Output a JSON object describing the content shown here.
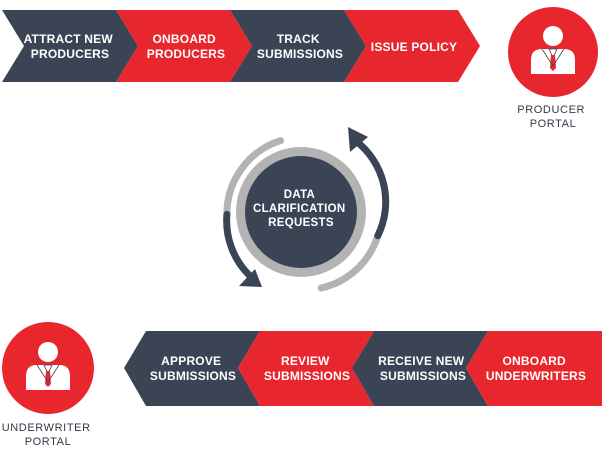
{
  "colors": {
    "navy": "#3a4454",
    "red": "#e8262d",
    "gray": "#b3b3b3",
    "white": "#ffffff"
  },
  "top_flow": [
    {
      "line1": "ATTRACT NEW",
      "line2": "PRODUCERS",
      "color": "navy"
    },
    {
      "line1": "ONBOARD",
      "line2": "PRODUCERS",
      "color": "red"
    },
    {
      "line1": "TRACK",
      "line2": "SUBMISSIONS",
      "color": "navy"
    },
    {
      "line1": "ISSUE POLICY",
      "line2": "",
      "color": "red"
    }
  ],
  "bottom_flow": [
    {
      "line1": "APPROVE",
      "line2": "SUBMISSIONS",
      "color": "navy"
    },
    {
      "line1": "REVIEW",
      "line2": "SUBMISSIONS",
      "color": "red"
    },
    {
      "line1": "RECEIVE NEW",
      "line2": "SUBMISSIONS",
      "color": "navy"
    },
    {
      "line1": "ONBOARD",
      "line2": "UNDERWRITERS",
      "color": "red"
    }
  ],
  "center": {
    "line1": "DATA",
    "line2": "CLARIFICATION",
    "line3": "REQUESTS"
  },
  "producer_portal": {
    "line1": "PRODUCER",
    "line2": "PORTAL",
    "icon": "user-icon"
  },
  "underwriter_portal": {
    "line1": "UNDERWRITER",
    "line2": "PORTAL",
    "icon": "user-icon"
  }
}
